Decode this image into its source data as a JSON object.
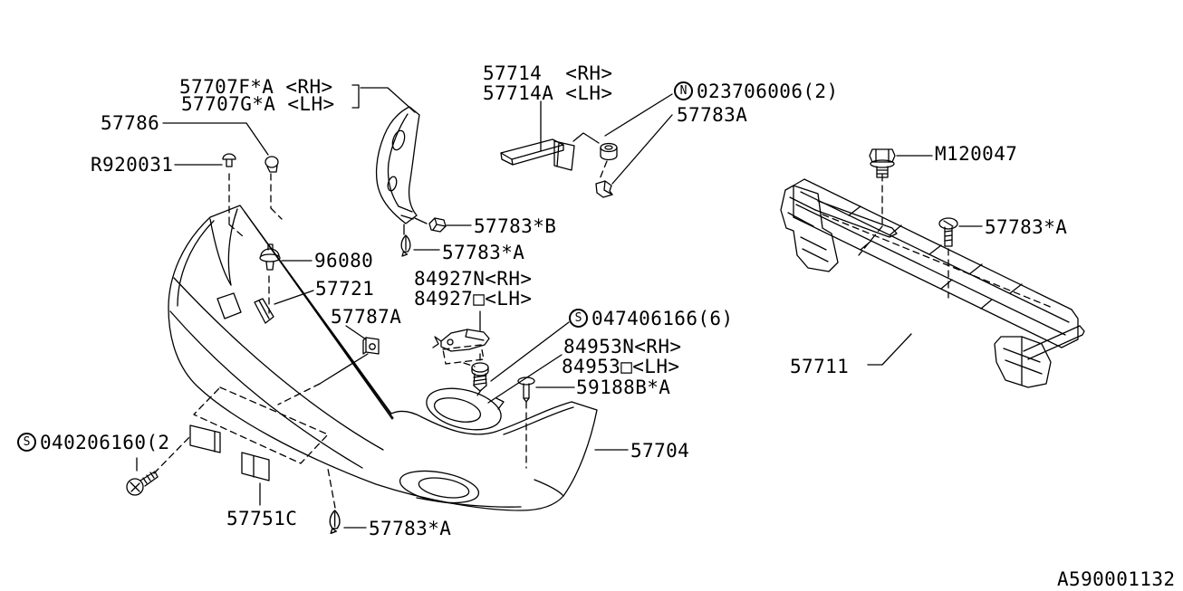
{
  "diagram": {
    "drawing_number": "A590001132",
    "line_color": "#000000",
    "background": "#ffffff",
    "labels": {
      "l57707f": "57707F*A <RH>",
      "l57707g": "57707G*A <LH>",
      "l57786": "57786",
      "lr920031": "R920031",
      "l57714": "57714  <RH>",
      "l57714a": "57714A <LH>",
      "n023706006": {
        "prefix": "N",
        "number": "023706006(2)"
      },
      "l57783a_top": "57783A",
      "m120047": "M120047",
      "l57783a_right": "57783*A",
      "l57783b": "57783*B",
      "l57783a_mid": "57783*A",
      "l96080": "96080",
      "l84927n": "84927N<RH>",
      "l84927sq": "84927□<LH>",
      "l57721": "57721",
      "l57787a": "57787A",
      "s047406166": {
        "prefix": "S",
        "number": "047406166(6)"
      },
      "l84953n": "84953N<RH>",
      "l84953sq": "84953□<LH>",
      "l59188b": "59188B*A",
      "l57704": "57704",
      "l57711": "57711",
      "s040206160": {
        "prefix": "S",
        "number": "040206160(2"
      },
      "l57751c": "57751C",
      "l57783a_bottom": "57783*A"
    }
  }
}
